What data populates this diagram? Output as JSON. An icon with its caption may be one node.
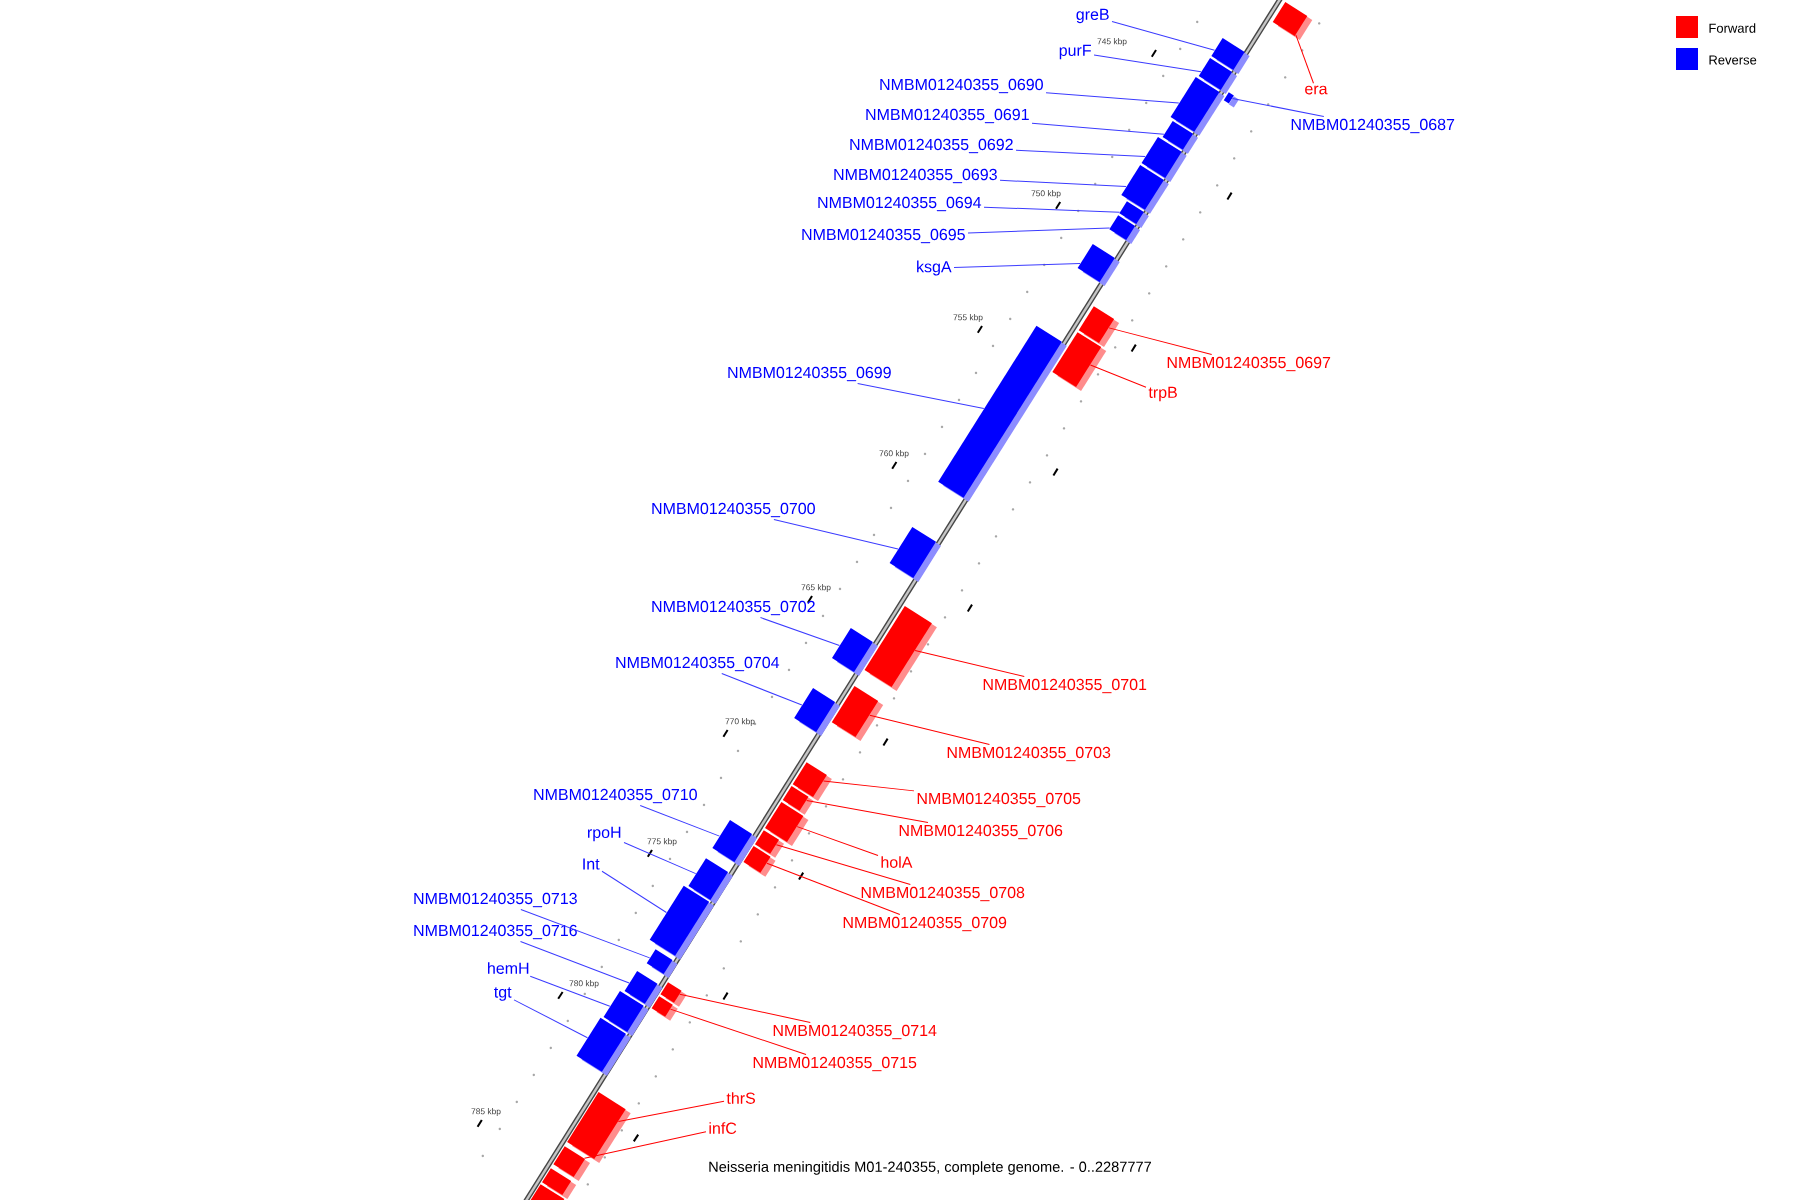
{
  "diagram": {
    "caption": "Neisseria meningitidis M01-240355, complete genome. - 0..2287777",
    "nodes": [
      {
        "text": [
          "greB"
        ]
      },
      {
        "text": [],
        "shape": "box"
      },
      {
        "text": [
          "purF"
        ]
      },
      {
        "text": [],
        "shape": "box"
      },
      {
        "text": [
          "NMBM01240355_0690"
        ]
      },
      {
        "text": [],
        "shape": "box"
      },
      {
        "text": [
          "era"
        ]
      },
      {
        "text": [],
        "shape": "box"
      },
      {
        "text": [
          "NMBM01240355_0691"
        ]
      },
      {
        "text": [],
        "shape": "box"
      },
      {
        "text": [
          "NMBM01240355_0687"
        ]
      },
      {
        "text": [],
        "shape": "box"
      },
      {
        "text": [
          "NMBM01240355_0692"
        ]
      },
      {
        "text": [],
        "shape": "box"
      },
      {
        "text": [
          "NMBM01240355_0693"
        ]
      },
      {
        "text": [],
        "shape": "box"
      },
      {
        "text": [
          "NMBM01240355_0694"
        ]
      },
      {
        "text": [],
        "shape": "box"
      },
      {
        "text": [
          "NMBM01240355_0695"
        ]
      },
      {
        "text": [],
        "shape": "box"
      },
      {
        "text": [
          "ksgA"
        ]
      },
      {
        "text": [],
        "shape": "box"
      },
      {
        "text": [
          "NMBM01240355_0697"
        ]
      },
      {
        "text": [],
        "shape": "box"
      },
      {
        "text": [
          "NMBM01240355_0699"
        ]
      },
      {
        "text": [],
        "shape": "box"
      },
      {
        "text": [
          "trpB"
        ]
      },
      {
        "text": [],
        "shape": "box"
      },
      {
        "text": [
          "NMBM01240355_0700"
        ]
      },
      {
        "text": [],
        "shape": "box"
      },
      {
        "text": [
          "NMBM01240355_0702"
        ]
      },
      {
        "text": [],
        "shape": "box"
      },
      {
        "text": [
          "NMBM01240355_0701"
        ]
      },
      {
        "text": [],
        "shape": "box"
      },
      {
        "text": [
          "NMBM01240355_0704"
        ]
      },
      {
        "text": [],
        "shape": "box"
      },
      {
        "text": [
          "NMBM01240355_0703"
        ]
      },
      {
        "text": [],
        "shape": "box"
      },
      {
        "text": [
          "NMBM01240355_0710"
        ]
      },
      {
        "text": [],
        "shape": "box"
      },
      {
        "text": [
          "NMBM01240355_0705"
        ]
      },
      {
        "text": [],
        "shape": "box"
      },
      {
        "text": [
          "rpoH"
        ]
      },
      {
        "text": [],
        "shape": "box"
      },
      {
        "text": [
          "NMBM01240355_0706"
        ]
      },
      {
        "text": [],
        "shape": "box"
      },
      {
        "text": [
          "Int"
        ]
      },
      {
        "text": [],
        "shape": "box"
      },
      {
        "text": [
          "holA"
        ]
      },
      {
        "text": [],
        "shape": "box"
      },
      {
        "text": [
          "NMBM01240355_0708"
        ]
      },
      {
        "text": [],
        "shape": "box"
      },
      {
        "text": [
          "NMBM01240355_0713"
        ]
      },
      {
        "text": [],
        "shape": "box"
      },
      {
        "text": [
          "NMBM01240355_0709"
        ]
      },
      {
        "text": [],
        "shape": "box"
      },
      {
        "text": [
          "NMBM01240355_0716"
        ]
      },
      {
        "text": [],
        "shape": "box"
      },
      {
        "text": [
          "hemH"
        ]
      },
      {
        "text": [],
        "shape": "box"
      },
      {
        "text": [
          "tgt"
        ]
      },
      {
        "text": [],
        "shape": "box"
      },
      {
        "text": [
          "NMBM01240355_0714"
        ]
      },
      {
        "text": [],
        "shape": "box"
      },
      {
        "text": [
          "NMBM01240355_0715"
        ]
      },
      {
        "text": [],
        "shape": "box"
      },
      {
        "text": [
          "thrS"
        ]
      },
      {
        "text": [],
        "shape": "box"
      },
      {
        "text": [
          "infC"
        ]
      },
      {
        "text": [],
        "shape": "box"
      },
      {
        "text": [],
        "shape": "box"
      },
      {
        "text": [],
        "shape": "box"
      }
    ],
    "edges": [
      {
        "from": 0,
        "to": 1,
        "arrow": "none"
      },
      {
        "from": 2,
        "to": 3,
        "arrow": "none"
      },
      {
        "from": 4,
        "to": 5,
        "arrow": "none"
      },
      {
        "from": 6,
        "to": 7,
        "arrow": "none",
        "color": "#ff0000"
      },
      {
        "from": 8,
        "to": 9,
        "arrow": "none"
      },
      {
        "from": 10,
        "to": 11,
        "arrow": "none"
      },
      {
        "from": 12,
        "to": 13,
        "arrow": "none"
      },
      {
        "from": 14,
        "to": 15,
        "arrow": "none"
      },
      {
        "from": 16,
        "to": 17,
        "arrow": "none"
      },
      {
        "from": 18,
        "to": 19,
        "arrow": "none"
      },
      {
        "from": 20,
        "to": 21,
        "arrow": "none"
      },
      {
        "from": 22,
        "to": 23,
        "arrow": "none",
        "color": "#ff0000"
      },
      {
        "from": 24,
        "to": 25,
        "arrow": "none"
      },
      {
        "from": 26,
        "to": 27,
        "arrow": "none",
        "color": "#ff0000"
      },
      {
        "from": 28,
        "to": 29,
        "arrow": "none"
      },
      {
        "from": 30,
        "to": 31,
        "arrow": "none"
      },
      {
        "from": 32,
        "to": 33,
        "arrow": "none",
        "color": "#ff0000"
      },
      {
        "from": 34,
        "to": 35,
        "arrow": "none"
      },
      {
        "from": 36,
        "to": 37,
        "arrow": "none",
        "color": "#ff0000"
      },
      {
        "from": 38,
        "to": 39,
        "arrow": "none"
      },
      {
        "from": 40,
        "to": 41,
        "arrow": "none",
        "color": "#ff0000"
      },
      {
        "from": 42,
        "to": 43,
        "arrow": "none"
      },
      {
        "from": 44,
        "to": 45,
        "arrow": "none",
        "color": "#ff0000"
      },
      {
        "from": 46,
        "to": 47,
        "arrow": "none"
      },
      {
        "from": 48,
        "to": 49,
        "arrow": "none",
        "color": "#ff0000"
      },
      {
        "from": 50,
        "to": 51,
        "arrow": "none",
        "color": "#ff0000"
      },
      {
        "from": 52,
        "to": 53,
        "arrow": "none"
      },
      {
        "from": 54,
        "to": 55,
        "arrow": "none",
        "color": "#ff0000"
      },
      {
        "from": 56,
        "to": 57,
        "arrow": "none"
      },
      {
        "from": 58,
        "to": 59,
        "arrow": "none"
      },
      {
        "from": 60,
        "to": 61,
        "arrow": "none"
      },
      {
        "from": 62,
        "to": 63,
        "arrow": "none",
        "color": "#ff0000"
      },
      {
        "from": 64,
        "to": 65,
        "arrow": "none",
        "color": "#ff0000"
      },
      {
        "from": 66,
        "to": 67,
        "arrow": "none",
        "color": "#ff0000"
      },
      {
        "from": 68,
        "to": 69,
        "arrow": "none",
        "color": "#ff0000"
      }
    ],
    "labels": [
      "745 kbp",
      "750 kbp",
      "755 kbp",
      "760 kbp",
      "765 kbp",
      "770 kbp",
      "775 kbp",
      "780 kbp",
      "785 kbp"
    ],
    "legend": [
      {
        "text": "Forward",
        "color": "#ff0000"
      },
      {
        "text": "Reverse",
        "color": "#0000ff"
      }
    ]
  }
}
